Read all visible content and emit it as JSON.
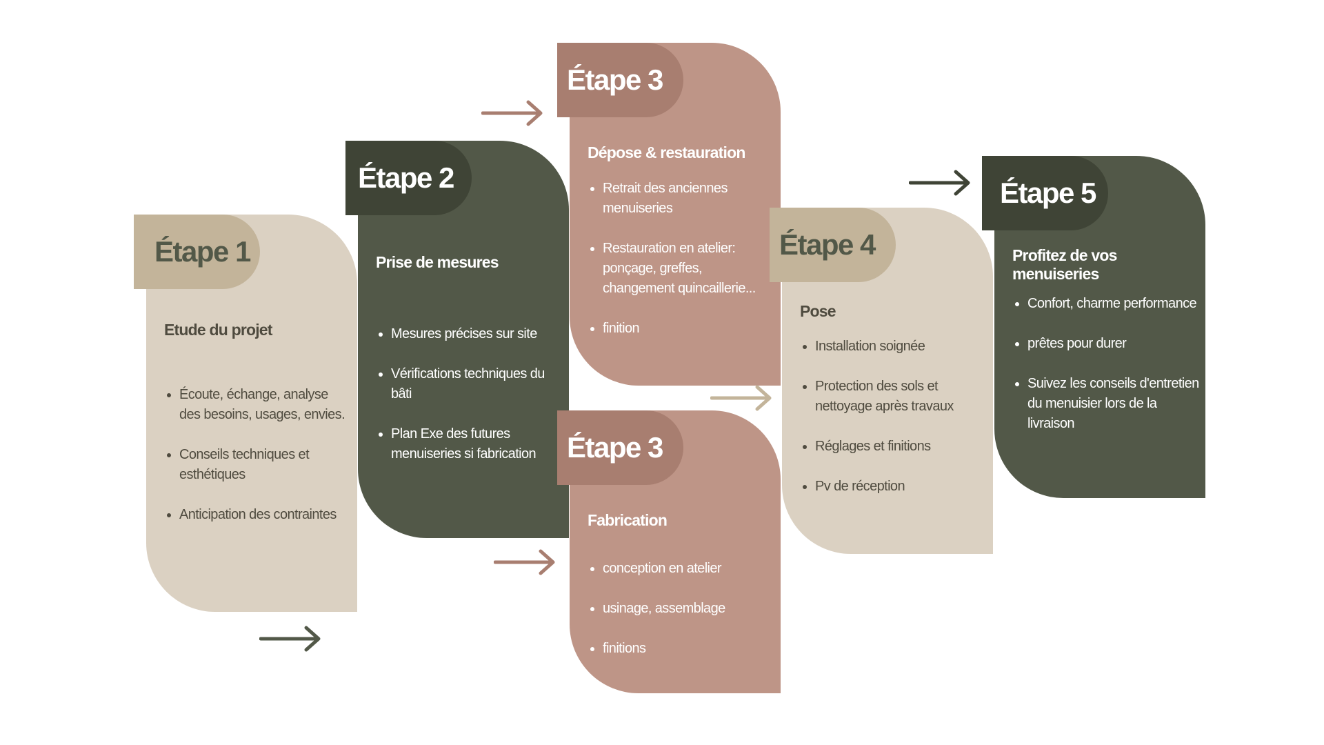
{
  "steps": {
    "s1": {
      "label": "Étape 1",
      "title": "Etude du projet",
      "items": [
        "Écoute, échange, analyse des besoins, usages, envies.",
        "Conseils techniques et esthétiques",
        "Anticipation des contraintes"
      ]
    },
    "s2": {
      "label": "Étape 2",
      "title": "Prise de mesures",
      "items": [
        "Mesures précises sur site",
        "Vérifications techniques du bâti",
        "Plan Exe des futures menuiseries si fabrication"
      ]
    },
    "s3a": {
      "label": "Étape 3",
      "title": "Dépose & restauration",
      "items": [
        "Retrait des anciennes menuiseries",
        "Restauration en atelier: ponçage, greffes, changement quincaillerie...",
        "finition"
      ]
    },
    "s3b": {
      "label": "Étape 3",
      "title": "Fabrication",
      "items": [
        "conception en atelier",
        "usinage, assemblage",
        "finitions"
      ]
    },
    "s4": {
      "label": "Étape 4",
      "title": "Pose",
      "items": [
        "Installation soignée",
        "Protection des sols et nettoyage après travaux",
        "Réglages et finitions",
        "Pv de réception"
      ]
    },
    "s5": {
      "label": "Étape 5",
      "title": "Profitez de vos menuiseries",
      "items": [
        "Confort, charme performance",
        "prêtes pour durer",
        "Suivez les conseils d'entretien du menuisier lors de la livraison"
      ]
    }
  },
  "colors": {
    "beige": "#dbd1c2",
    "beige_tab": "#c3b49a",
    "green": "#525848",
    "green_tab": "#3f4436",
    "rose": "#be9587",
    "rose_tab": "#a87e70"
  },
  "arrows": [
    {
      "name": "arrow-step1-to-step2",
      "color": "#525848"
    },
    {
      "name": "arrow-step2-to-step3-top",
      "color": "#a87e70"
    },
    {
      "name": "arrow-step2-to-step3-bottom",
      "color": "#a87e70"
    },
    {
      "name": "arrow-step3-to-step4",
      "color": "#c3b49a"
    },
    {
      "name": "arrow-step4-to-step5",
      "color": "#3f4436"
    }
  ]
}
